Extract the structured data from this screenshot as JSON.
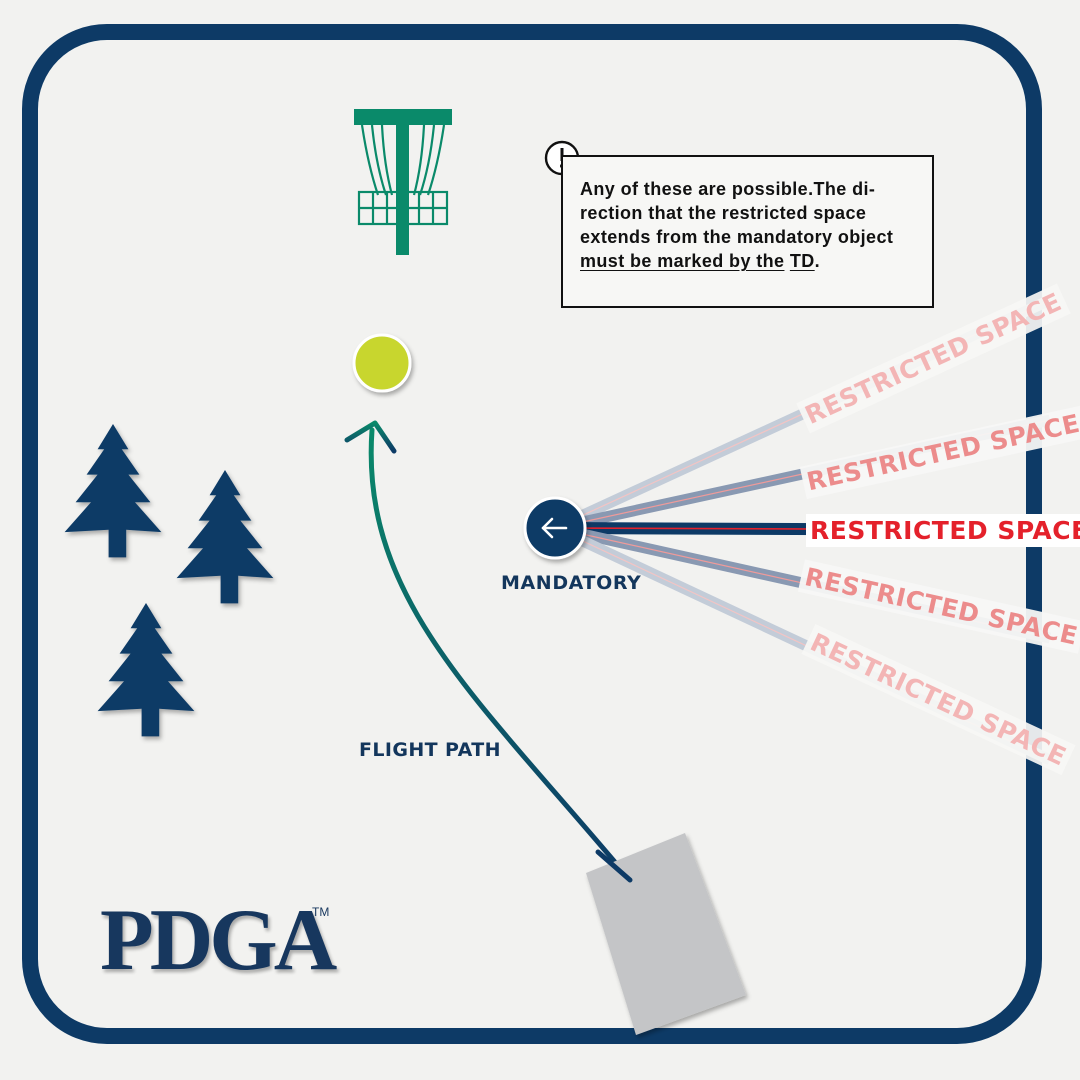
{
  "callout": {
    "icon": "exclamation-icon",
    "text_plain": "Any of these are possible.The di-rection that the restricted space extends from the mandatory object ",
    "text_underlined_1": "must be marked by the",
    "text_underlined_2": "TD",
    "text_end": "."
  },
  "labels": {
    "mandatory": "MANDATORY",
    "flight_path": "FLIGHT PATH",
    "restricted": [
      "RESTRICTED SPACE",
      "RESTRICTED SPACE",
      "RESTRICTED SPACE",
      "RESTRICTED SPACE",
      "RESTRICTED SPACE"
    ]
  },
  "logo": {
    "text": "PDGA",
    "trademark": "TM"
  },
  "icons": {
    "basket": "disc-golf-basket-icon",
    "target": "green-target-circle",
    "mandatory": "arrow-left-icon",
    "trees": "pine-tree-icon",
    "tee": "tee-pad"
  },
  "colors": {
    "frame": "#0d3a66",
    "basket": "#0a8a6a",
    "target": "#c8d62e",
    "trees": "#0d3a66",
    "restricted_active": "#e4212b",
    "restricted_faded": "#f0a3a3",
    "tee": "#c4c5c7"
  }
}
